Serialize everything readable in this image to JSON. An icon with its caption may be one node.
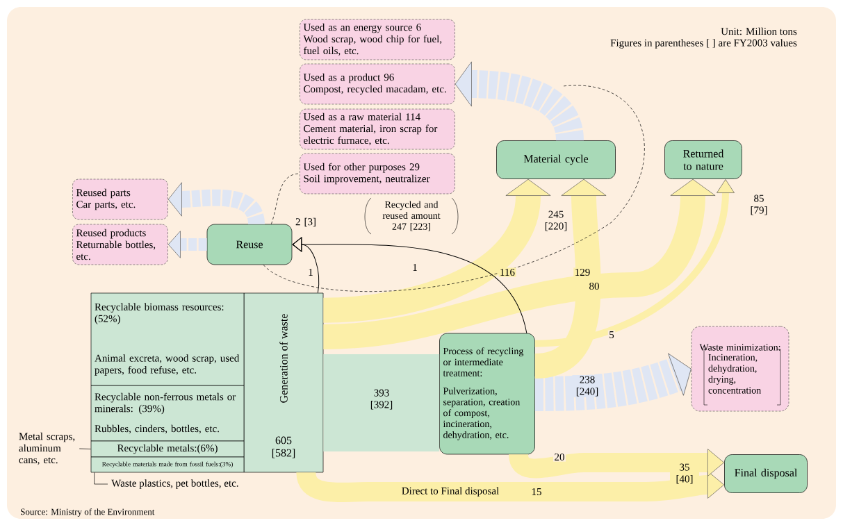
{
  "diagram": {
    "nodes": [
      {
        "text": [
          "Used as an energy source 6",
          "Wood scrap, wood chip for fuel, fuel oils, etc."
        ]
      },
      {
        "text": [
          "Used as a product 96",
          "Compost, recycled macadam, etc."
        ]
      },
      {
        "text": [
          "Used as a raw material 114",
          "Cement material, iron scrap for electric furnace, etc."
        ]
      },
      {
        "text": [
          "Used for other purposes 29",
          "Soil improvement, neutralizer"
        ]
      },
      {
        "text": [
          "Reused parts",
          "Car parts, etc."
        ]
      },
      {
        "text": [
          "Reused products",
          "Returnable bottles, etc."
        ]
      },
      {
        "text": [
          "Reuse"
        ],
        "beside": [
          "2 [3]"
        ]
      },
      {
        "text": [
          "Material cycle"
        ],
        "beside": [
          "245 [220]"
        ]
      },
      {
        "text": [
          "Returned to nature"
        ],
        "beside": [
          "85 [79]"
        ]
      },
      {
        "text": [
          "Generation of waste",
          "605 [582]"
        ]
      },
      {
        "text": [
          "Recyclable biomass resources: (52%)",
          "Animal excreta, wood scrap, used papers, food refuse, etc."
        ]
      },
      {
        "text": [
          "Recyclable non-ferrous metals or minerals: (39%)",
          "Rubbles, cinders, bottles, etc."
        ]
      },
      {
        "text": [
          "Recyclable metals:(6%)"
        ]
      },
      {
        "text": [
          "Recyclable materials made from fossil fuels:(3%)"
        ]
      },
      {
        "text": [
          "Metal scraps, aluminum cans, etc."
        ]
      },
      {
        "text": [
          "Waste plastics, pet bottles, etc."
        ]
      },
      {
        "text": [
          "Process of recycling or intermediate treatment:",
          "Pulverization, separation, creation of compost, incineration, dehydration, etc."
        ]
      },
      {
        "text": [
          "Waste minimization:",
          "Incineration, dehydration, drying, concentration"
        ]
      },
      {
        "text": [
          "Final disposal"
        ],
        "beside": [
          "35 [40]"
        ]
      }
    ],
    "edges": [
      {
        "from": 9,
        "to": 6,
        "arrow": "to",
        "label": "1"
      },
      {
        "from": 16,
        "to": 6,
        "arrow": "to",
        "label": "1"
      },
      {
        "from": 9,
        "to": 7,
        "arrow": "to",
        "label": "116",
        "color": "#fcefa8"
      },
      {
        "from": 16,
        "to": 7,
        "arrow": "to",
        "label": "129",
        "color": "#fcefa8"
      },
      {
        "from": 9,
        "to": 8,
        "arrow": "to",
        "label": "80",
        "color": "#fcefa8"
      },
      {
        "from": 16,
        "to": 8,
        "arrow": "to",
        "label": "5",
        "color": "#fcefa8"
      },
      {
        "from": 9,
        "to": 16,
        "arrow": "none",
        "label": "393 [392]",
        "style": "thick",
        "color": "#cce6d4"
      },
      {
        "from": 16,
        "to": 17,
        "arrow": "to",
        "label": "238 [240]",
        "style": "dashed",
        "color": "#dfe6f4"
      },
      {
        "from": 9,
        "to": 18,
        "arrow": "to",
        "label": "15",
        "color": "#fcefa8"
      },
      {
        "from": 16,
        "to": 18,
        "arrow": "to",
        "label": "20",
        "color": "#fcefa8"
      },
      {
        "from": 7,
        "to": 1,
        "arrow": "to",
        "style": "dashed",
        "color": "#dfe6f4"
      },
      {
        "from": 6,
        "to": 4,
        "arrow": "to",
        "style": "dashed",
        "color": "#dfe6f4"
      },
      {
        "from": 6,
        "to": 5,
        "arrow": "to",
        "style": "dashed",
        "color": "#dfe6f4"
      },
      {
        "from": 6,
        "to": 3,
        "arrow": "none",
        "style": "dashed"
      },
      {
        "from": 6,
        "to": null,
        "arrow": "none",
        "style": "dashed"
      },
      {
        "from": 14,
        "to": 12,
        "arrow": "none"
      },
      {
        "from": 15,
        "to": 13,
        "arrow": "none"
      }
    ],
    "labels": [
      "Unit: Million tons",
      "Figures in parentheses [ ] are FY2003 values",
      "Recycled and reused amount 247 [223]",
      "Direct to Final disposal",
      "Source: Ministry of the Environment"
    ]
  }
}
